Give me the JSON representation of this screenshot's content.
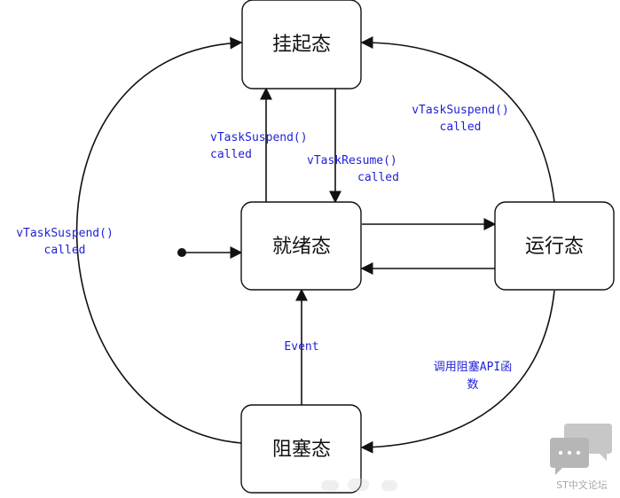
{
  "states": {
    "suspended": "挂起态",
    "ready": "就绪态",
    "running": "运行态",
    "blocked": "阻塞态"
  },
  "edges": {
    "left_suspend": [
      "vTaskSuspend()",
      "called"
    ],
    "ready_to_suspend": [
      "vTaskSuspend()",
      "called"
    ],
    "suspend_to_ready": [
      "vTaskResume()",
      "called"
    ],
    "running_to_suspend": [
      "vTaskSuspend()",
      "called"
    ],
    "running_to_blocked": [
      "调用阻塞API函",
      "数"
    ],
    "blocked_to_ready": [
      "Event"
    ]
  },
  "watermark": {
    "text": "ST中文论坛",
    "logo_icon": "chat-bubbles-icon",
    "color": "#b0b0b0"
  },
  "colors": {
    "label": "#1f1fd6",
    "stroke": "#111111"
  }
}
